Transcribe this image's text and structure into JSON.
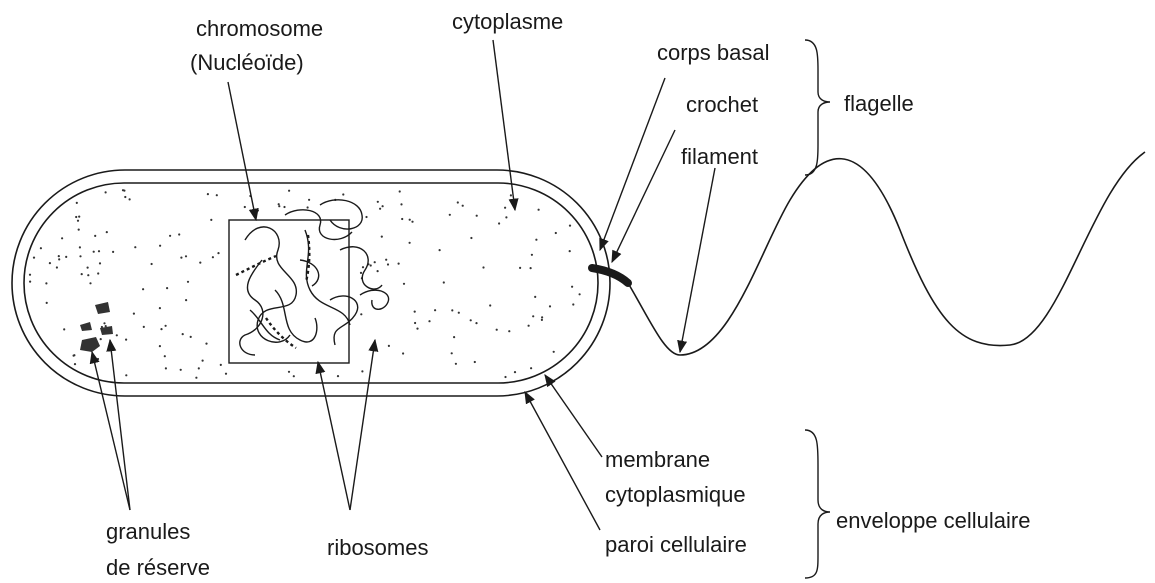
{
  "labels": {
    "chromosome": "chromosome",
    "nucleoide": "(Nucléoïde)",
    "cytoplasme": "cytoplasme",
    "corps_basal": "corps basal",
    "crochet": "crochet",
    "filament": "filament",
    "flagelle": "flagelle",
    "membrane": "membrane",
    "cytoplasmique": "cytoplasmique",
    "paroi": "paroi cellulaire",
    "enveloppe": "enveloppe cellulaire",
    "granules": "granules",
    "de_reserve": "de réserve",
    "ribosomes": "ribosomes"
  }
}
